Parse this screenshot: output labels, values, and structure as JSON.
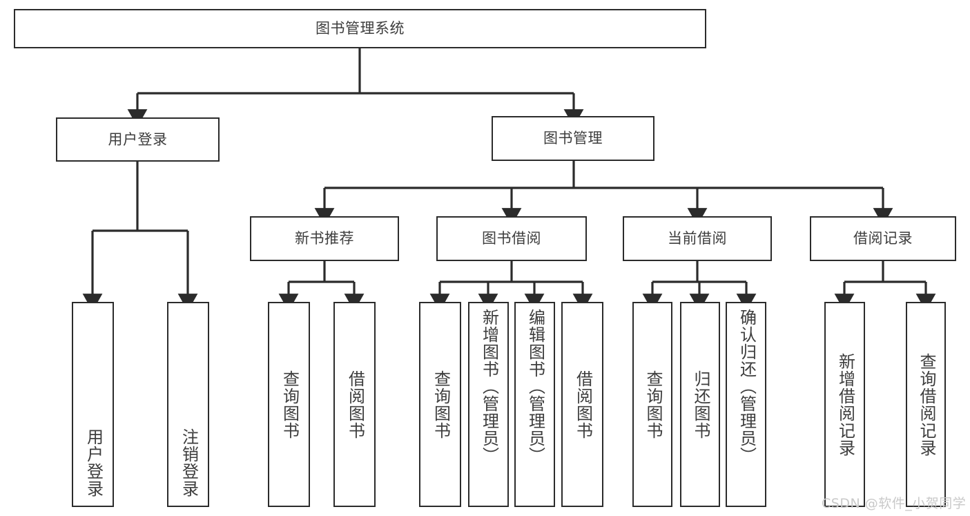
{
  "diagram": {
    "title": "图书管理系统",
    "type": "功能结构图",
    "line_color": "#2b2b2b",
    "text_color": "#3d3d3d",
    "background": "#ffffff"
  },
  "nodes": {
    "root": {
      "label": "图书管理系统"
    },
    "level1": [
      {
        "key": "user_login",
        "label": "用户登录"
      },
      {
        "key": "book_manage",
        "label": "图书管理"
      }
    ],
    "level2": [
      {
        "key": "new_book_rec",
        "label": "新书推荐"
      },
      {
        "key": "book_borrow",
        "label": "图书借阅"
      },
      {
        "key": "current_borrow",
        "label": "当前借阅"
      },
      {
        "key": "borrow_record",
        "label": "借阅记录"
      }
    ],
    "leaves": {
      "user_login": [
        {
          "key": "leaf_user_login",
          "label": "用户登录"
        },
        {
          "key": "leaf_user_logout",
          "label": "注销登录"
        }
      ],
      "new_book_rec": [
        {
          "key": "leaf_query_book_1",
          "label": "查询图书"
        },
        {
          "key": "leaf_borrow_book_1",
          "label": "借阅图书"
        }
      ],
      "book_borrow": [
        {
          "key": "leaf_query_book_2",
          "label": "查询图书"
        },
        {
          "key": "leaf_add_book",
          "label": "新增图书（管理员）"
        },
        {
          "key": "leaf_edit_book",
          "label": "编辑图书（管理员）"
        },
        {
          "key": "leaf_borrow_book_2",
          "label": "借阅图书"
        }
      ],
      "current_borrow": [
        {
          "key": "leaf_query_book_3",
          "label": "查询图书"
        },
        {
          "key": "leaf_return_book",
          "label": "归还图书"
        },
        {
          "key": "leaf_confirm_return",
          "label": "确认归还（管理员）"
        }
      ],
      "borrow_record": [
        {
          "key": "leaf_add_record",
          "label": "新增借阅记录"
        },
        {
          "key": "leaf_query_record",
          "label": "查询借阅记录"
        }
      ]
    }
  },
  "watermark": {
    "text": "CSDN @软件_小贺同学"
  }
}
